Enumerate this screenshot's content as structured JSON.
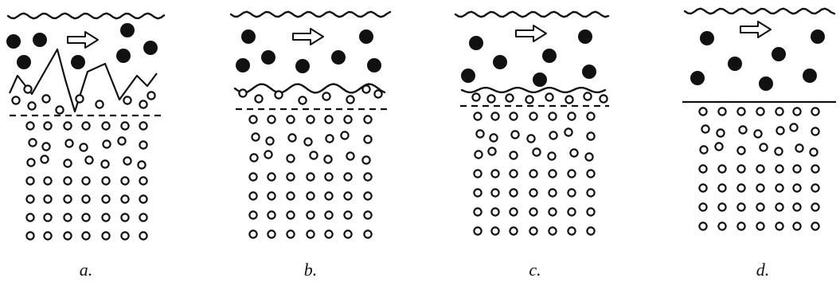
{
  "figure": {
    "panels": [
      {
        "label": "a.",
        "interface": "jagged-zigzag"
      },
      {
        "label": "b.",
        "interface": "wavy"
      },
      {
        "label": "c.",
        "interface": "slightly-wavy"
      },
      {
        "label": "d.",
        "interface": "flat"
      }
    ],
    "legend_semantics": {
      "filled_circle": "solid-particle",
      "open_circle": "lattice-atom",
      "arrow": "flow-direction-right-arrow-icon"
    },
    "colors": {
      "ink": "#111111",
      "background": "#ffffff"
    }
  }
}
